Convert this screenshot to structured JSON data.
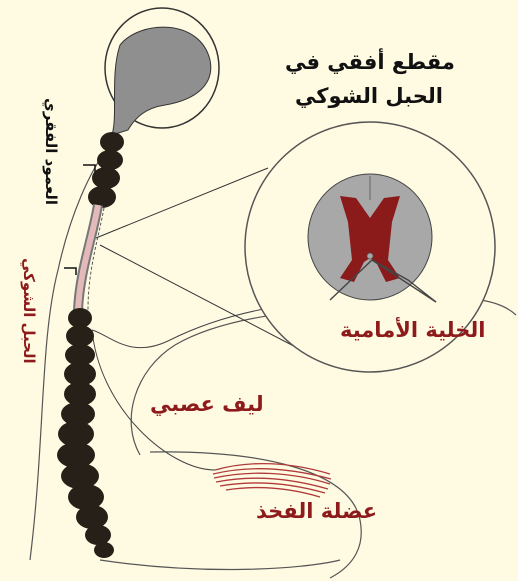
{
  "labels": {
    "section_line1": "مقطع أفقي في",
    "section_line2": "الحبل الشوكي",
    "vertebral_column": "العمود الفقري",
    "spinal_cord": "الحبل الشوكي",
    "anterior_cell": "الخلية الأمامية",
    "nerve_fiber": "ليف عصبي",
    "thigh_muscle": "عضلة الفخذ"
  },
  "colors": {
    "background": "#fffbe3",
    "brain_gray": "#8f8f8f",
    "vertebra": "#262019",
    "cord_pink": "#e4b9b9",
    "grey_matter_red": "#8b1a1a",
    "section_gray": "#a8a8a8",
    "muscle_red": "#b03a3a",
    "label_red": "#8e1b1b"
  }
}
